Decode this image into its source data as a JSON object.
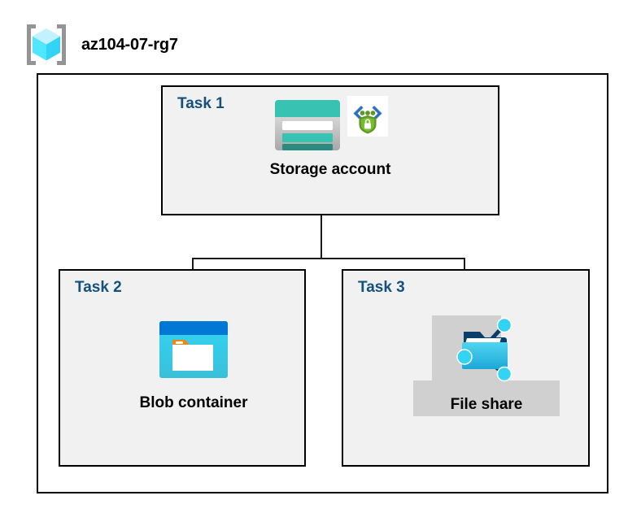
{
  "diagram": {
    "type": "azure-architecture",
    "resource_group": {
      "name": "az104-07-rg7",
      "icon": "resource-group-icon"
    },
    "tasks": [
      {
        "id": "task1",
        "label": "Task 1",
        "node": {
          "caption": "Storage account",
          "icons": [
            "storage-account-icon",
            "secure-endpoint-icon"
          ]
        }
      },
      {
        "id": "task2",
        "label": "Task 2",
        "node": {
          "caption": "Blob container",
          "icons": [
            "blob-container-icon"
          ]
        }
      },
      {
        "id": "task3",
        "label": "Task 3",
        "node": {
          "caption": "File share",
          "icons": [
            "file-share-icon"
          ]
        }
      }
    ],
    "connections": [
      {
        "from": "task1",
        "to": "task2"
      },
      {
        "from": "task1",
        "to": "task3"
      }
    ],
    "colors": {
      "task_label": "#14517B",
      "task_box_fill": "#f1f1f1",
      "border": "#000000",
      "caption": "#000000",
      "storage_teal": "#37C2B1",
      "storage_teal_dark": "#2A8A7E",
      "blob_blue": "#0078D4",
      "blob_cyan": "#32D4F5",
      "blob_orange": "#F2870D",
      "fileshare_blue": "#32BEDD",
      "fileshare_plate": "#d0d0d0",
      "shield_green": "#5E9624"
    }
  }
}
